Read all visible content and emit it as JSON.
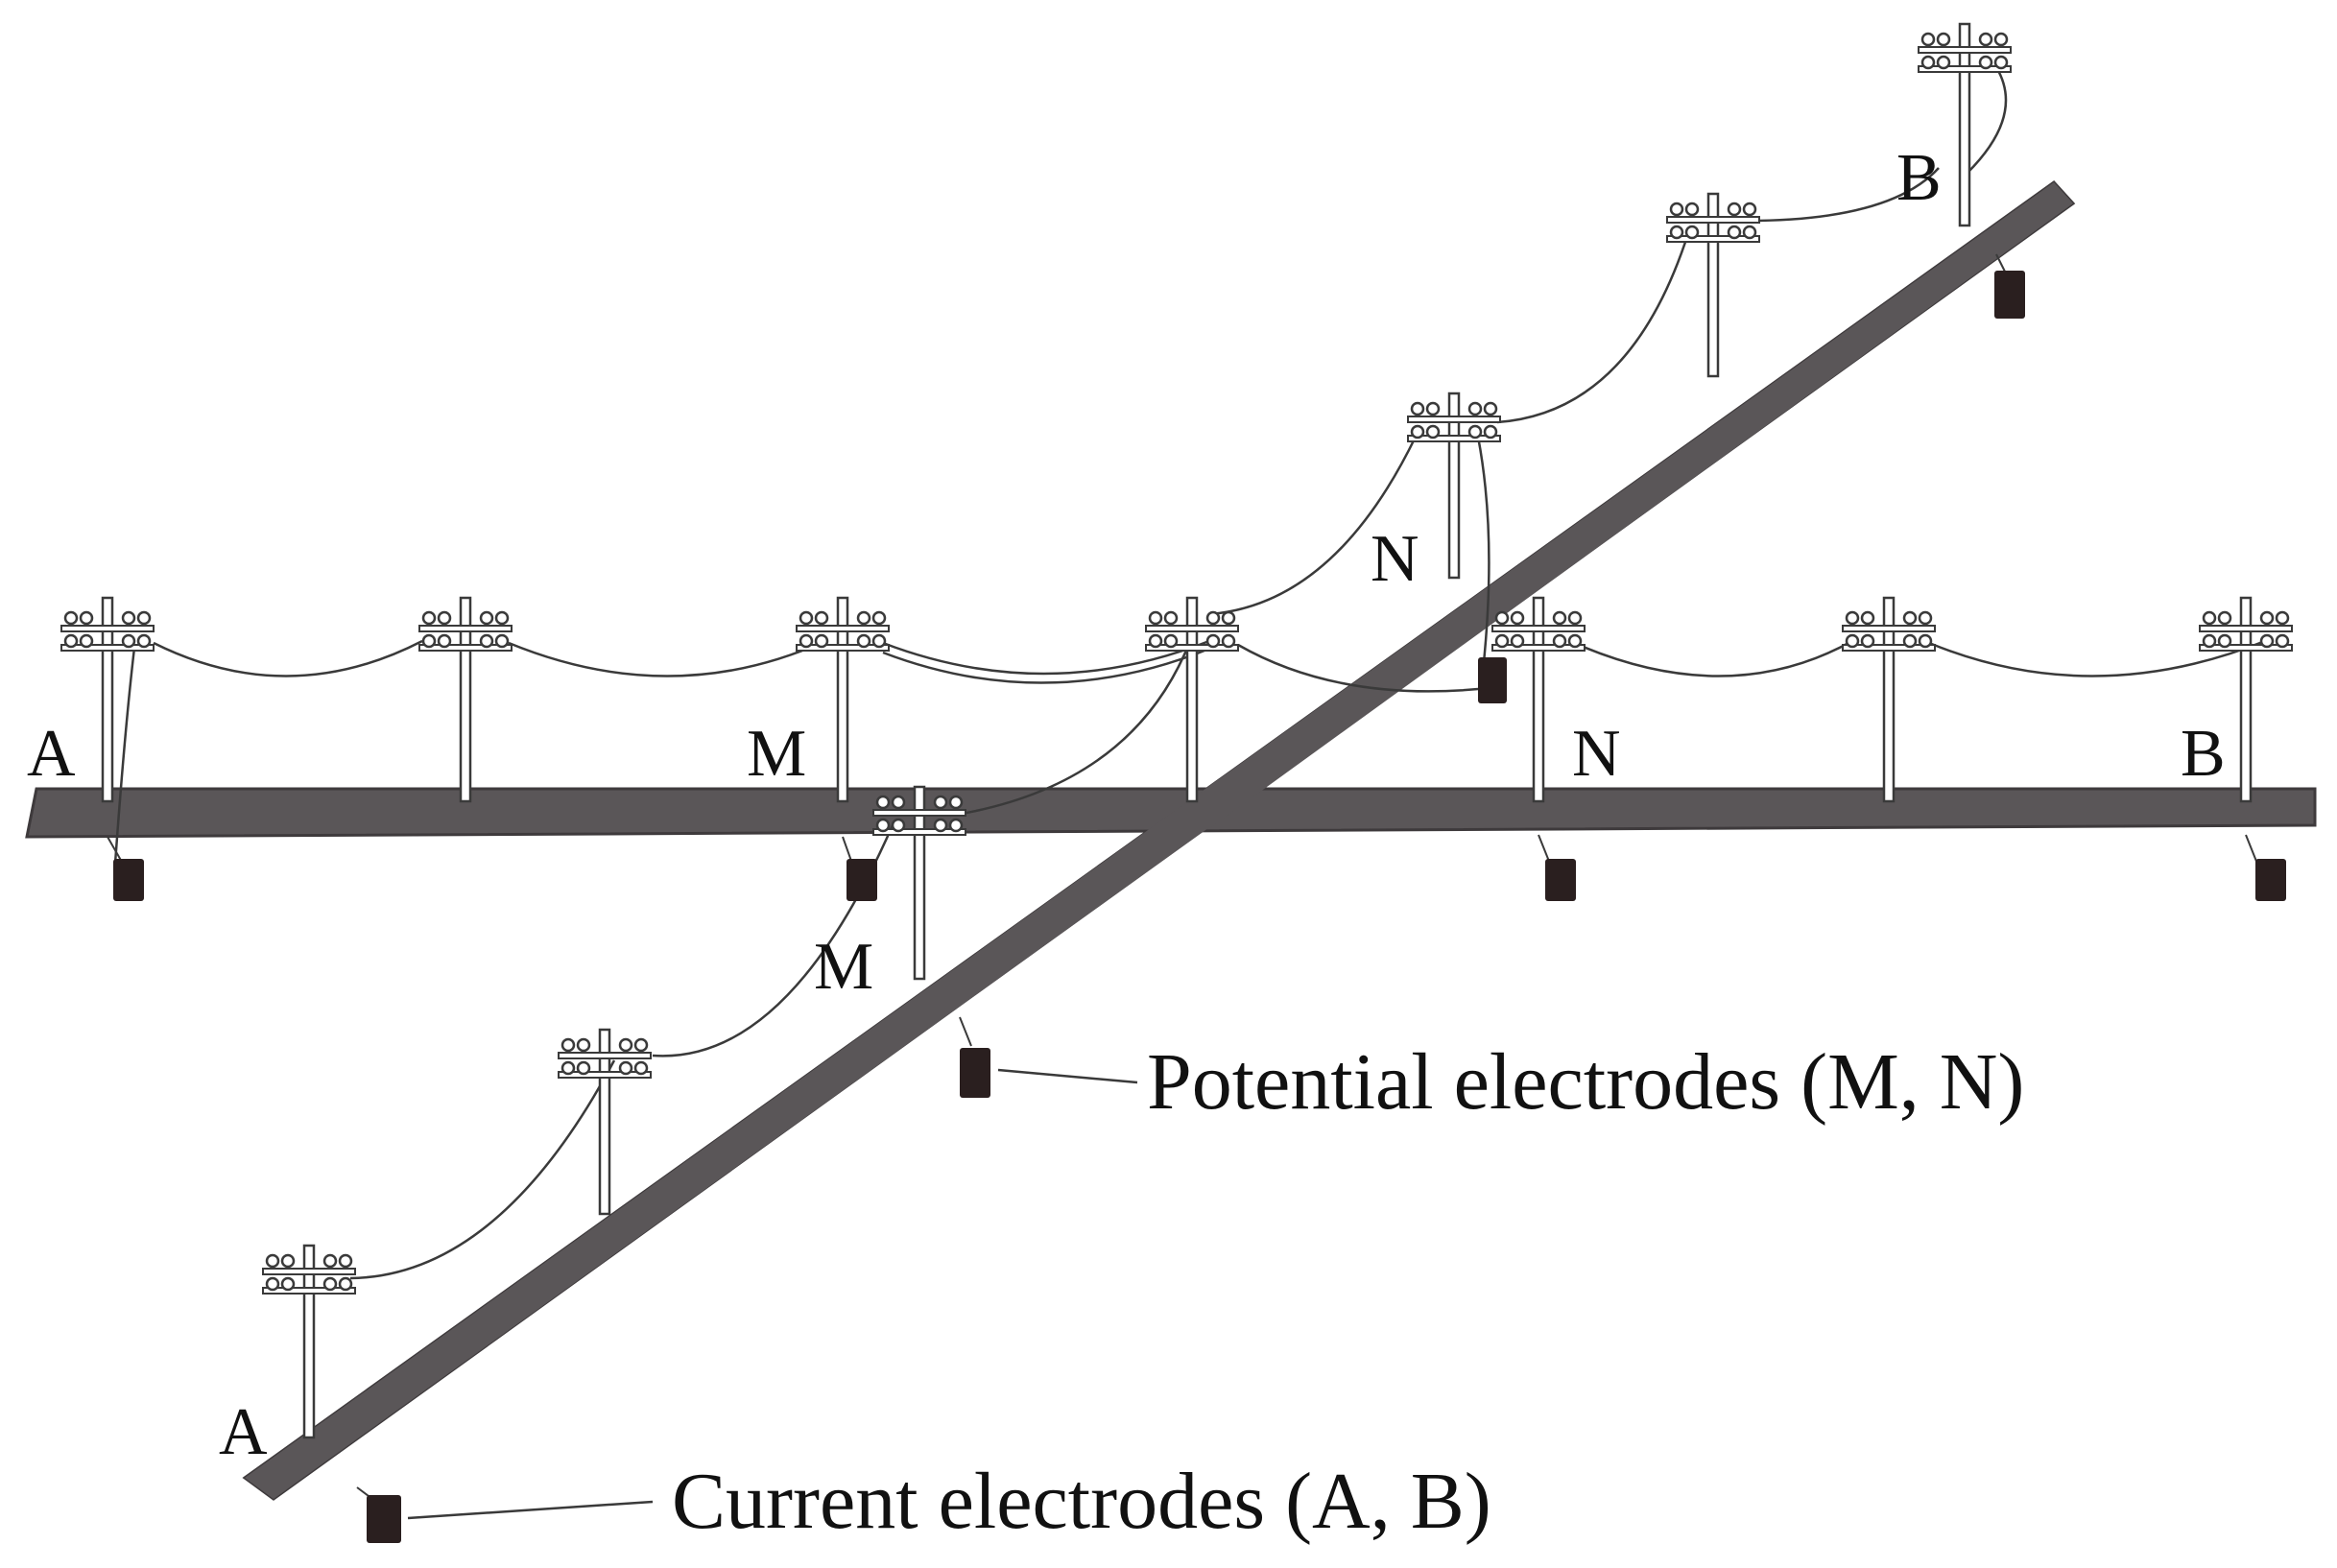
{
  "diagram": {
    "captions": {
      "potential": "Potential electrodes (M, N)",
      "current": "Current electrodes (A, B)"
    },
    "horizontal_line": {
      "labels": [
        "A",
        "M",
        "N",
        "B"
      ]
    },
    "diagonal_line": {
      "labels": [
        "A",
        "M",
        "N",
        "B"
      ]
    },
    "colors": {
      "road": "#5a5658",
      "road_edge": "#3e3a3c",
      "electrode": "#2a1f1f",
      "pole": "#ffffff",
      "pole_stroke": "#3a3a3a",
      "wire": "#3a3a3a"
    }
  }
}
